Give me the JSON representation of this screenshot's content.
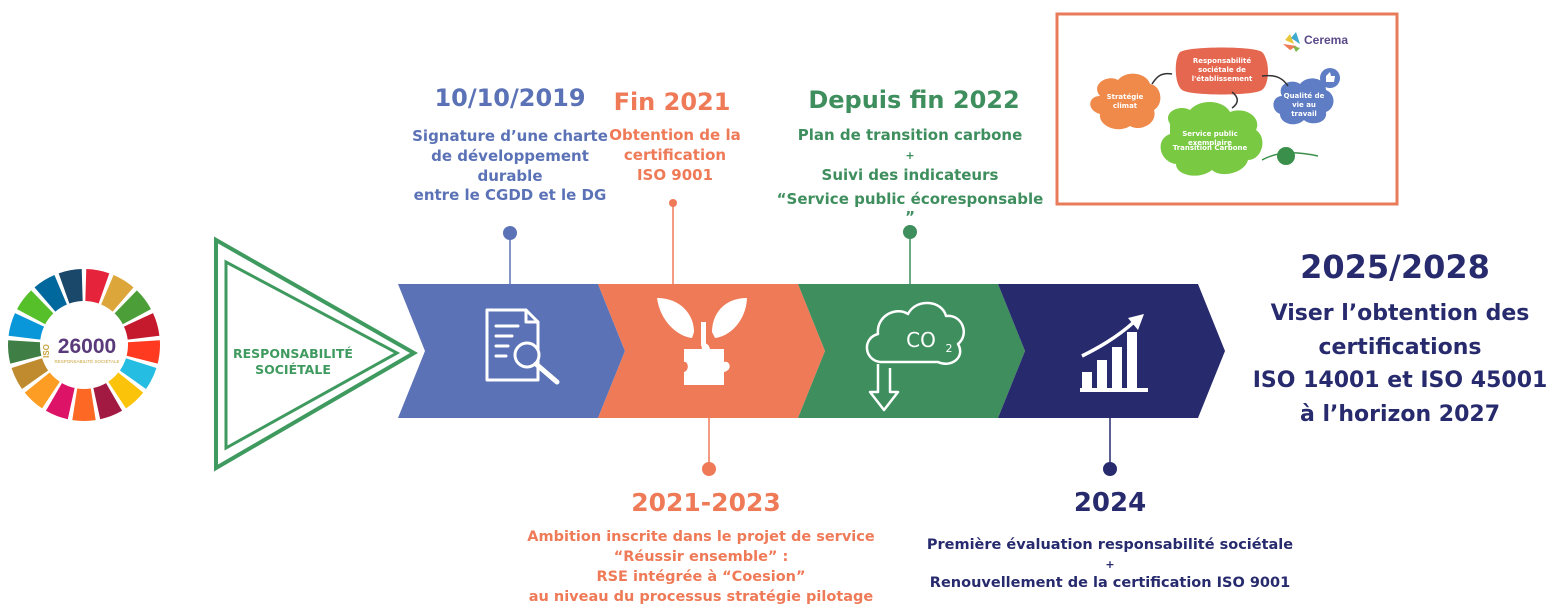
{
  "colors": {
    "blue": "#5b72b6",
    "orange": "#ef7a57",
    "green": "#3e8e5e",
    "navy": "#272b6e",
    "frame": "#e87b5a",
    "triangle": "#3f9a5f"
  },
  "iso_badge": {
    "number": "26000",
    "prefix": "ISO",
    "subtitle": "RESPONSABILITÉ SOCIÉTALE"
  },
  "start_triangle": {
    "label_line1": "RESPONSABILITÉ",
    "label_line2": "SOCIÉTALE"
  },
  "milestones": {
    "m2019": {
      "date": "10/10/2019",
      "lines": [
        "Signature d’une charte",
        "de développement",
        "durable",
        "entre le CGDD et le DG"
      ],
      "icon": "document-search-icon"
    },
    "m2021": {
      "date": "Fin 2021",
      "lines": [
        "Obtention de la",
        "certification",
        "ISO 9001"
      ],
      "icon": "plant-puzzle-icon"
    },
    "m2022": {
      "date": "Depuis fin 2022",
      "lines": [
        "Plan de transition carbone",
        "+",
        "Suivi des indicateurs",
        "“Service public écoresponsable",
        "”"
      ],
      "icon": "co2-cloud-icon"
    },
    "m2021_2023": {
      "date": "2021-2023",
      "lines": [
        "Ambition inscrite dans le projet de service",
        "“Réussir ensemble” :",
        "RSE intégrée à “Coesion”",
        "au niveau du processus stratégie pilotage"
      ]
    },
    "m2024": {
      "date": "2024",
      "lines": [
        "Première évaluation responsabilité sociétale",
        "+",
        "Renouvellement de la certification ISO 9001"
      ],
      "icon": "growth-chart-icon"
    },
    "m2025": {
      "date": "2025/2028",
      "lines": [
        "Viser l’obtention des",
        "certifications",
        "ISO 14001 et ISO 45001",
        "à l’horizon 2027"
      ]
    }
  },
  "mindmap": {
    "logo": "Cerema",
    "center": "Responsabilité sociétale de l'établissement",
    "strategy": "Stratégie climat",
    "quality": "Qualité de vie au travail",
    "service": "Service public exemplaire",
    "transition": "Transition Carbone"
  }
}
